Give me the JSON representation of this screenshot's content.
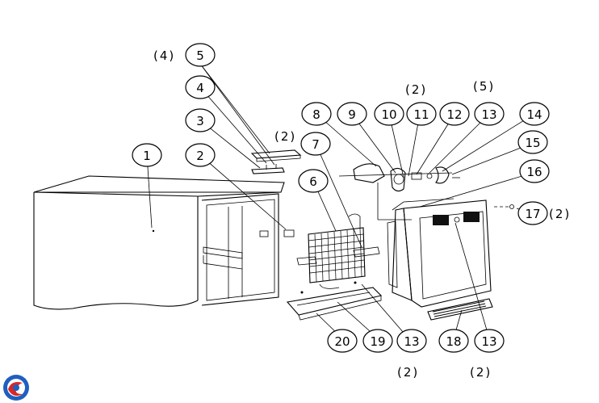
{
  "diagram": {
    "callouts": [
      {
        "id": "c1",
        "label": "1"
      },
      {
        "id": "c2",
        "label": "2"
      },
      {
        "id": "c3",
        "label": "3"
      },
      {
        "id": "c4",
        "label": "4"
      },
      {
        "id": "c5",
        "label": "5"
      },
      {
        "id": "c6",
        "label": "6"
      },
      {
        "id": "c7",
        "label": "7"
      },
      {
        "id": "c8",
        "label": "8"
      },
      {
        "id": "c9",
        "label": "9"
      },
      {
        "id": "c10",
        "label": "10"
      },
      {
        "id": "c11",
        "label": "11"
      },
      {
        "id": "c12",
        "label": "12"
      },
      {
        "id": "c13a",
        "label": "13"
      },
      {
        "id": "c14",
        "label": "14"
      },
      {
        "id": "c15",
        "label": "15"
      },
      {
        "id": "c16",
        "label": "16"
      },
      {
        "id": "c17",
        "label": "17"
      },
      {
        "id": "c13b",
        "label": "13"
      },
      {
        "id": "c13c",
        "label": "13"
      },
      {
        "id": "c18",
        "label": "18"
      },
      {
        "id": "c19",
        "label": "19"
      },
      {
        "id": "c20",
        "label": "20"
      }
    ],
    "quantities": {
      "q5": "(4)",
      "q7": "(2)",
      "q11": "(2)",
      "q13": "(5)",
      "q17": "(2)",
      "q13b": "(2)",
      "q18": "(2)"
    },
    "logo_icon": "company-logo-icon",
    "accent_colors": {
      "logo_blue": "#1f5fbf",
      "logo_red": "#d62828"
    }
  }
}
